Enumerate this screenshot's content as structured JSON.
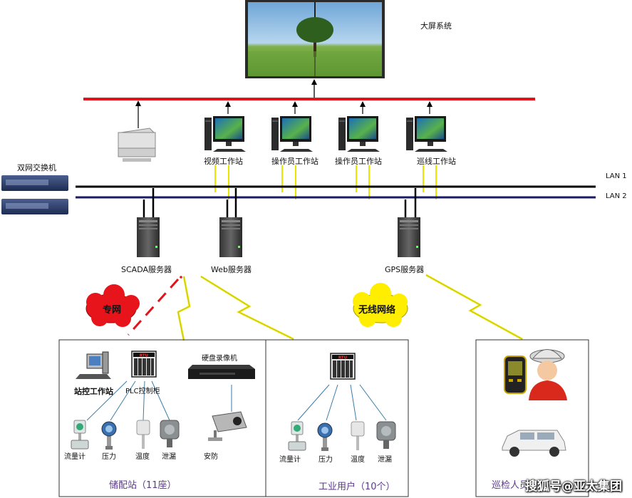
{
  "top": {
    "big_screen_label": "大屏系统"
  },
  "workstations": [
    {
      "label": "视频工作站"
    },
    {
      "label": "操作员工作站"
    },
    {
      "label": "操作员工作站"
    },
    {
      "label": "巡线工作站"
    }
  ],
  "network": {
    "switch_label": "双网交换机",
    "lan1_label": "LAN 1",
    "lan2_label": "LAN 2"
  },
  "servers": [
    {
      "label": "SCADA服务器"
    },
    {
      "label": "Web服务器"
    },
    {
      "label": "GPS服务器"
    }
  ],
  "clouds": {
    "private_net": "专网",
    "wireless_net": "无线网络"
  },
  "station_box": {
    "station_console": "站控工作站",
    "plc_cabinet": "PLC控制柜",
    "dvr": "硬盘录像机",
    "security": "安防",
    "sensors": [
      "流量计",
      "压力",
      "温度",
      "泄漏"
    ],
    "caption": "储配站（11座）"
  },
  "industrial_box": {
    "sensors": [
      "流量计",
      "压力",
      "温度",
      "泄漏"
    ],
    "caption": "工业用户（10个）"
  },
  "patrol_box": {
    "caption": "巡检人员"
  },
  "watermark": "搜狐号@亚太集团",
  "colors": {
    "top_bus": "#e0141b",
    "lan1": "#000000",
    "lan2": "#1a1a66",
    "private_cloud": "#e8141c",
    "wireless_cloud": "#ffee00",
    "zigzag": "#f2ee00",
    "caption_purple": "#5b3a8c"
  },
  "icons": [
    "display-wall-icon",
    "printer-icon",
    "workstation-icon",
    "switch-icon",
    "server-icon",
    "rtu-icon",
    "dvr-icon",
    "camera-icon",
    "flow-meter-icon",
    "pressure-gauge-icon",
    "temperature-sensor-icon",
    "leak-detector-icon",
    "gps-handheld-icon",
    "worker-icon",
    "vehicle-icon"
  ]
}
